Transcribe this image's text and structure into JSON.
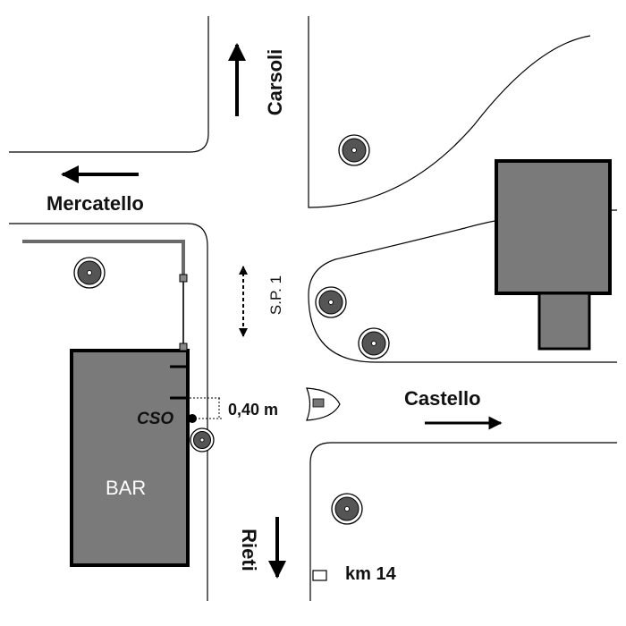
{
  "map": {
    "destinations": {
      "north": "Carsoli",
      "west": "Mercatello",
      "east": "Castello",
      "south": "Rieti"
    },
    "road_name": "S.P. 1",
    "building_label": "BAR",
    "marker_label": "CSO",
    "distance_label": "0,40 m",
    "kilometer_label": "km 14",
    "colors": {
      "building_fill": "#7a7a7a",
      "outline": "#000000",
      "tree": "#555555",
      "fence": "#6a6a6a"
    },
    "icons": [
      "tree-icon",
      "arrow-icon",
      "kilometer-post-icon",
      "manhole-icon"
    ]
  }
}
